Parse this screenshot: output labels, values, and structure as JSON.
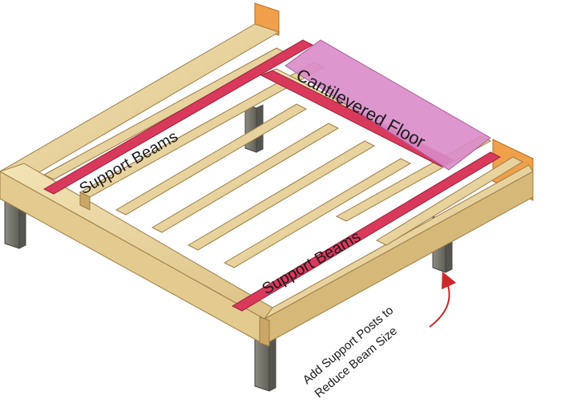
{
  "labels": {
    "cantilever": "Cantilevered Floor",
    "beams_upper": "Support Beams",
    "beams_lower": "Support Beams",
    "note_line1": "Add Support Posts to",
    "note_line2": "Reduce Beam Size"
  },
  "colors": {
    "wood_top": "#ecd9a3",
    "wood_side": "#d6b978",
    "wood_dark": "#b8965a",
    "beam_red": "#d93a5c",
    "floor_pink": "#d98bc9",
    "ledger_orange": "#f0a04a",
    "post_gray": "#7d7d73",
    "arrow_red": "#cc2a2a"
  }
}
